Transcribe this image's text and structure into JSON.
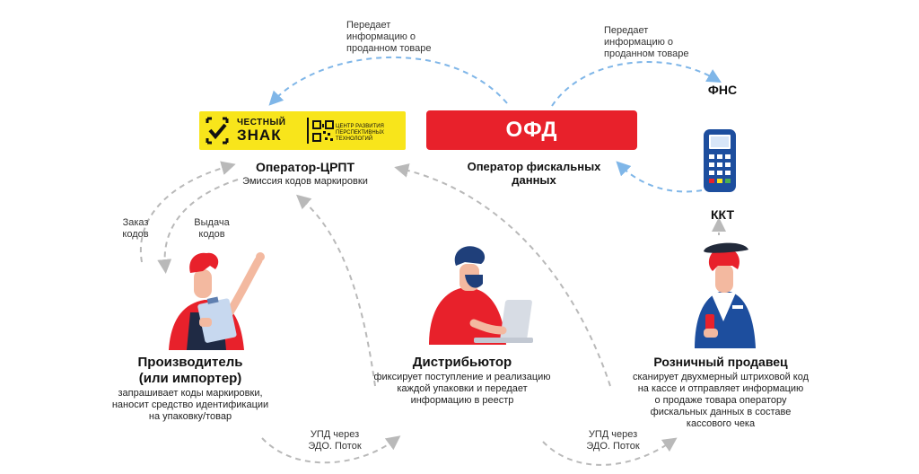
{
  "notes": {
    "top_left": "Передает\nинформацию о\nпроданном товаре",
    "top_right": "Передает\nинформацию о\nпроданном товаре",
    "order": "Заказ\nкодов",
    "issue": "Выдача\nкодов",
    "upd_left": "УПД через\nЭДО. Поток",
    "upd_right": "УПД через\nЭДО. Поток"
  },
  "nodes": {
    "fns": "ФНС",
    "kkt": "ККТ",
    "cript_title": "Оператор-ЦРПТ",
    "cript_sub": "Эмиссия кодов маркировки",
    "ofd_title": "Оператор фискальных\nданных",
    "producer_title": "Производитель\n(или импортер)",
    "producer_desc": "запрашивает коды маркировки,\nнаносит средство идентификации\nна упаковку/товар",
    "distributor_title": "Дистрибьютор",
    "distributor_desc": "фиксирует поступление и реализацию\nкаждой упаковки и передает\nинформацию в реестр",
    "retailer_title": "Розничный продавец",
    "retailer_desc": "сканирует двухмерный штриховой код\nна кассе и отправляет информацию\nо продаже товара оператору\nфискальных данных в составе\nкассового чека"
  },
  "logos": {
    "zn_line1": "ЧЕСТНЫЙ",
    "zn_line2": "ЗНАК",
    "zn_sub": "ЦЕНТР РАЗВИТИЯ\nПЕРСПЕКТИВНЫХ ТЕХНОЛОГИЙ",
    "ofd": "ОФД"
  },
  "colors": {
    "accent_red": "#e8212b",
    "brand_yellow": "#f8e51b",
    "arrow_blue": "#7fb6e8",
    "arrow_gray": "#b9b9b9"
  }
}
